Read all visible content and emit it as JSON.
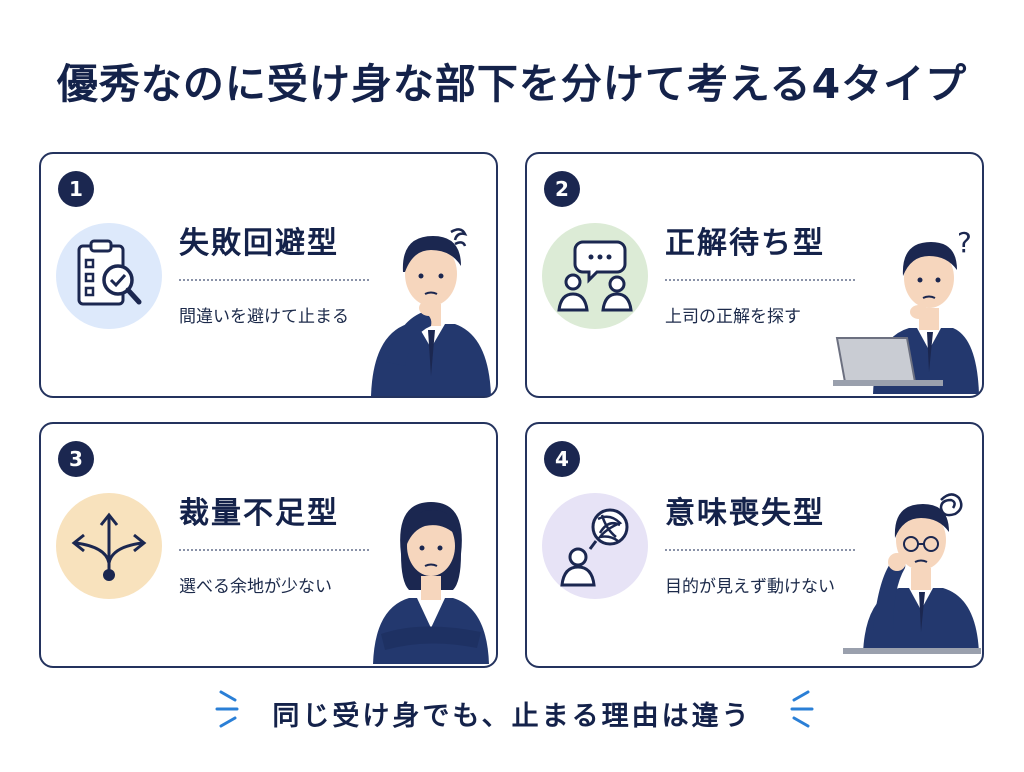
{
  "title": "優秀なのに受け身な部下を分けて考える4タイプ",
  "cards": [
    {
      "number": "1",
      "title": "失敗回避型",
      "desc": "間違いを避けて止まる",
      "icon": "clipboard-magnifier-icon",
      "accent": "#dde9fb"
    },
    {
      "number": "2",
      "title": "正解待ち型",
      "desc": "上司の正解を探す",
      "icon": "chat-bubble-people-icon",
      "accent": "#dcebd6"
    },
    {
      "number": "3",
      "title": "裁量不足型",
      "desc": "選べる余地が少ない",
      "icon": "branching-arrows-icon",
      "accent": "#f8e2bd"
    },
    {
      "number": "4",
      "title": "意味喪失型",
      "desc": "目的が見えず動けない",
      "icon": "tangled-thought-person-icon",
      "accent": "#e7e3f6"
    }
  ],
  "footer": "同じ受け身でも、止まる理由は違う",
  "colors": {
    "navy": "#1b2750",
    "suit": "#23386e",
    "border": "#24335e",
    "spark": "#2a7fd6"
  }
}
